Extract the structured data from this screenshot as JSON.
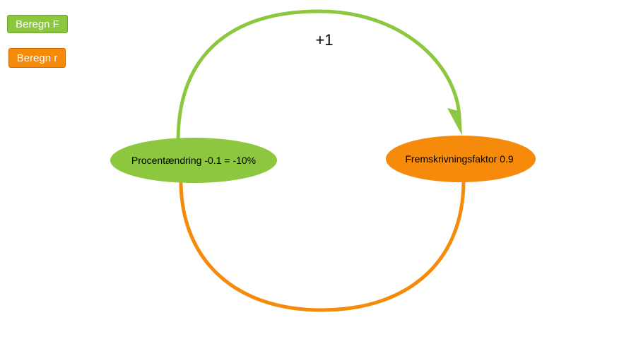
{
  "buttons": {
    "calc_f": "Beregn F",
    "calc_r": "Beregn r"
  },
  "diagram": {
    "top_arrow_label": "+1",
    "left_node_label": "Procentændring -0.1 = -10%",
    "right_node_label": "Fremskrivningsfaktor 0.9"
  },
  "colors": {
    "green": "#8dc63f",
    "orange": "#f58a0b",
    "text": "#000000"
  }
}
